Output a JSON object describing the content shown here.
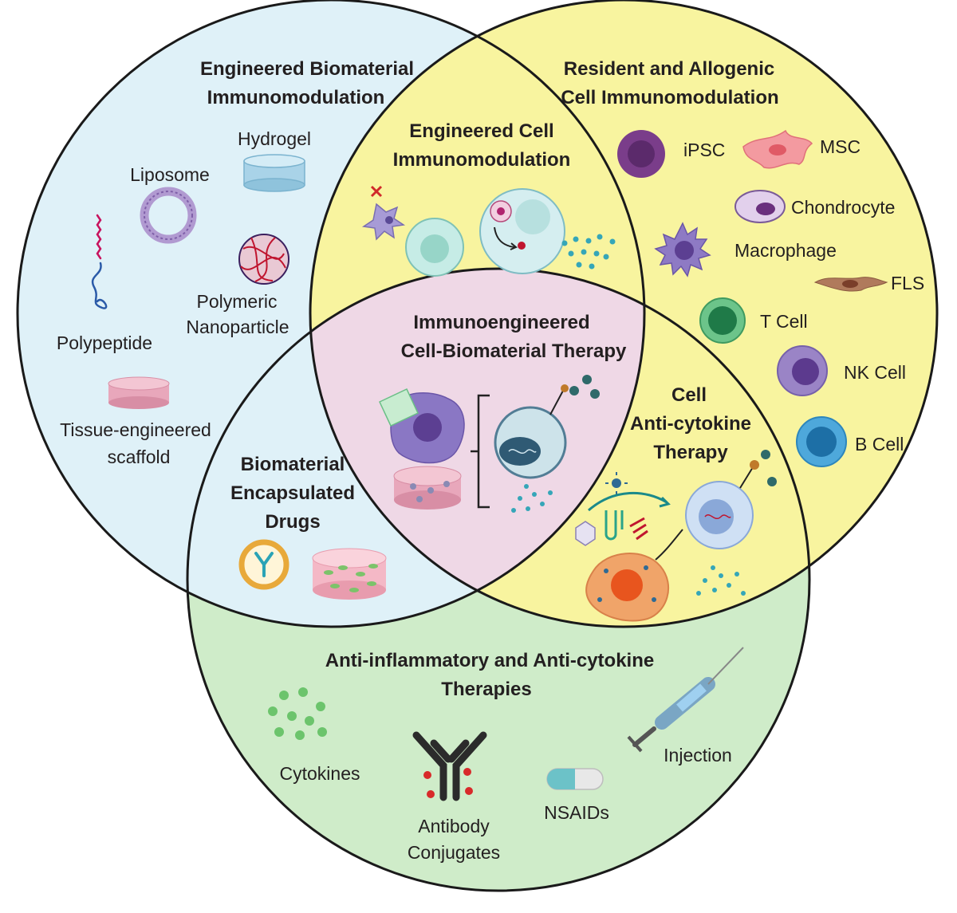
{
  "colors": {
    "biomaterial_circle": "#dff1f8",
    "cell_circle": "#f8f49f",
    "therapy_circle": "#cfecc9",
    "center_region": "#efd8e6",
    "outline": "#1a1a1a"
  },
  "sets": {
    "biomaterial": {
      "title_lines": [
        "Engineered Biomaterial",
        "Immunomodulation"
      ],
      "items": {
        "hydrogel": "Hydrogel",
        "liposome": "Liposome",
        "polypeptide": "Polypeptide",
        "polymeric_np_lines": [
          "Polymeric",
          "Nanoparticle"
        ],
        "scaffold_lines": [
          "Tissue-engineered",
          "scaffold"
        ]
      }
    },
    "cell": {
      "title_lines": [
        "Resident and Allogenic",
        "Cell Immunomodulation"
      ],
      "items": {
        "ipsc": "iPSC",
        "msc": "MSC",
        "chondrocyte": "Chondrocyte",
        "macrophage": "Macrophage",
        "fls": "FLS",
        "t_cell": "T Cell",
        "nk_cell": "NK Cell",
        "b_cell": "B Cell"
      }
    },
    "therapy": {
      "title_lines": [
        "Anti-inflammatory and  Anti-cytokine",
        "Therapies"
      ],
      "items": {
        "cytokines": "Cytokines",
        "antibody_lines": [
          "Antibody",
          "Conjugates"
        ],
        "nsaids": "NSAIDs",
        "injection": "Injection"
      }
    }
  },
  "overlaps": {
    "engineered_cell": [
      "Engineered Cell",
      "Immunomodulation"
    ],
    "encapsulated_drugs": [
      "Biomaterial",
      "Encapsulated",
      "Drugs"
    ],
    "cell_anticytokine": [
      "Cell",
      "Anti-cytokine",
      "Therapy"
    ],
    "center": [
      "Immunoengineered",
      "Cell-Biomaterial Therapy"
    ]
  }
}
